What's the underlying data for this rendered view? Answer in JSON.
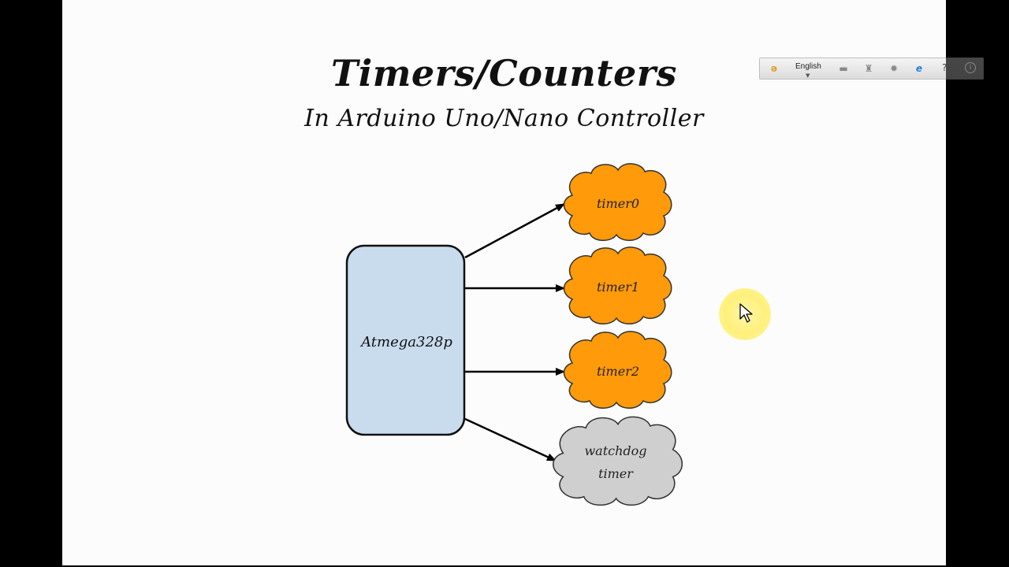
{
  "slide": {
    "title": "Timers/Counters",
    "subtitle": "In Arduino Uno/Nano Controller"
  },
  "diagram": {
    "source_node": "Atmega328p",
    "targets": [
      {
        "label_lines": [
          "timer0"
        ],
        "color": "#ff9a0a"
      },
      {
        "label_lines": [
          "timer1"
        ],
        "color": "#ff9a0a"
      },
      {
        "label_lines": [
          "timer2"
        ],
        "color": "#ff9a0a"
      },
      {
        "label_lines": [
          "watchdog",
          "timer"
        ],
        "color": "#cfcfcf"
      }
    ],
    "source_color": "#c9dcee"
  },
  "language_bar": {
    "language": "English",
    "icons": [
      "input-method-icon",
      "keyboard-icon",
      "tools-icon",
      "settings-icon",
      "ie-icon",
      "help-icon",
      "info-icon"
    ]
  }
}
